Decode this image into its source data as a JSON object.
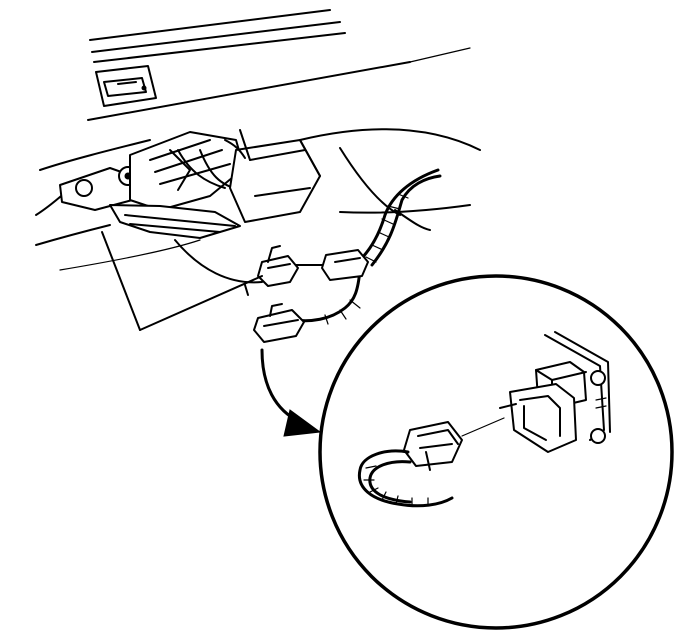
{
  "figure": {
    "colors": {
      "ink": "#000000",
      "paper": "#ffffff"
    },
    "parts": {
      "trunk_lid": "trunk-lid-panel",
      "latch": "trunk-latch-assembly",
      "harness": "wiring-harness",
      "connector": "electrical-connector",
      "detail": "detail-magnifier-circle",
      "arrow": "callout-arrow"
    }
  }
}
